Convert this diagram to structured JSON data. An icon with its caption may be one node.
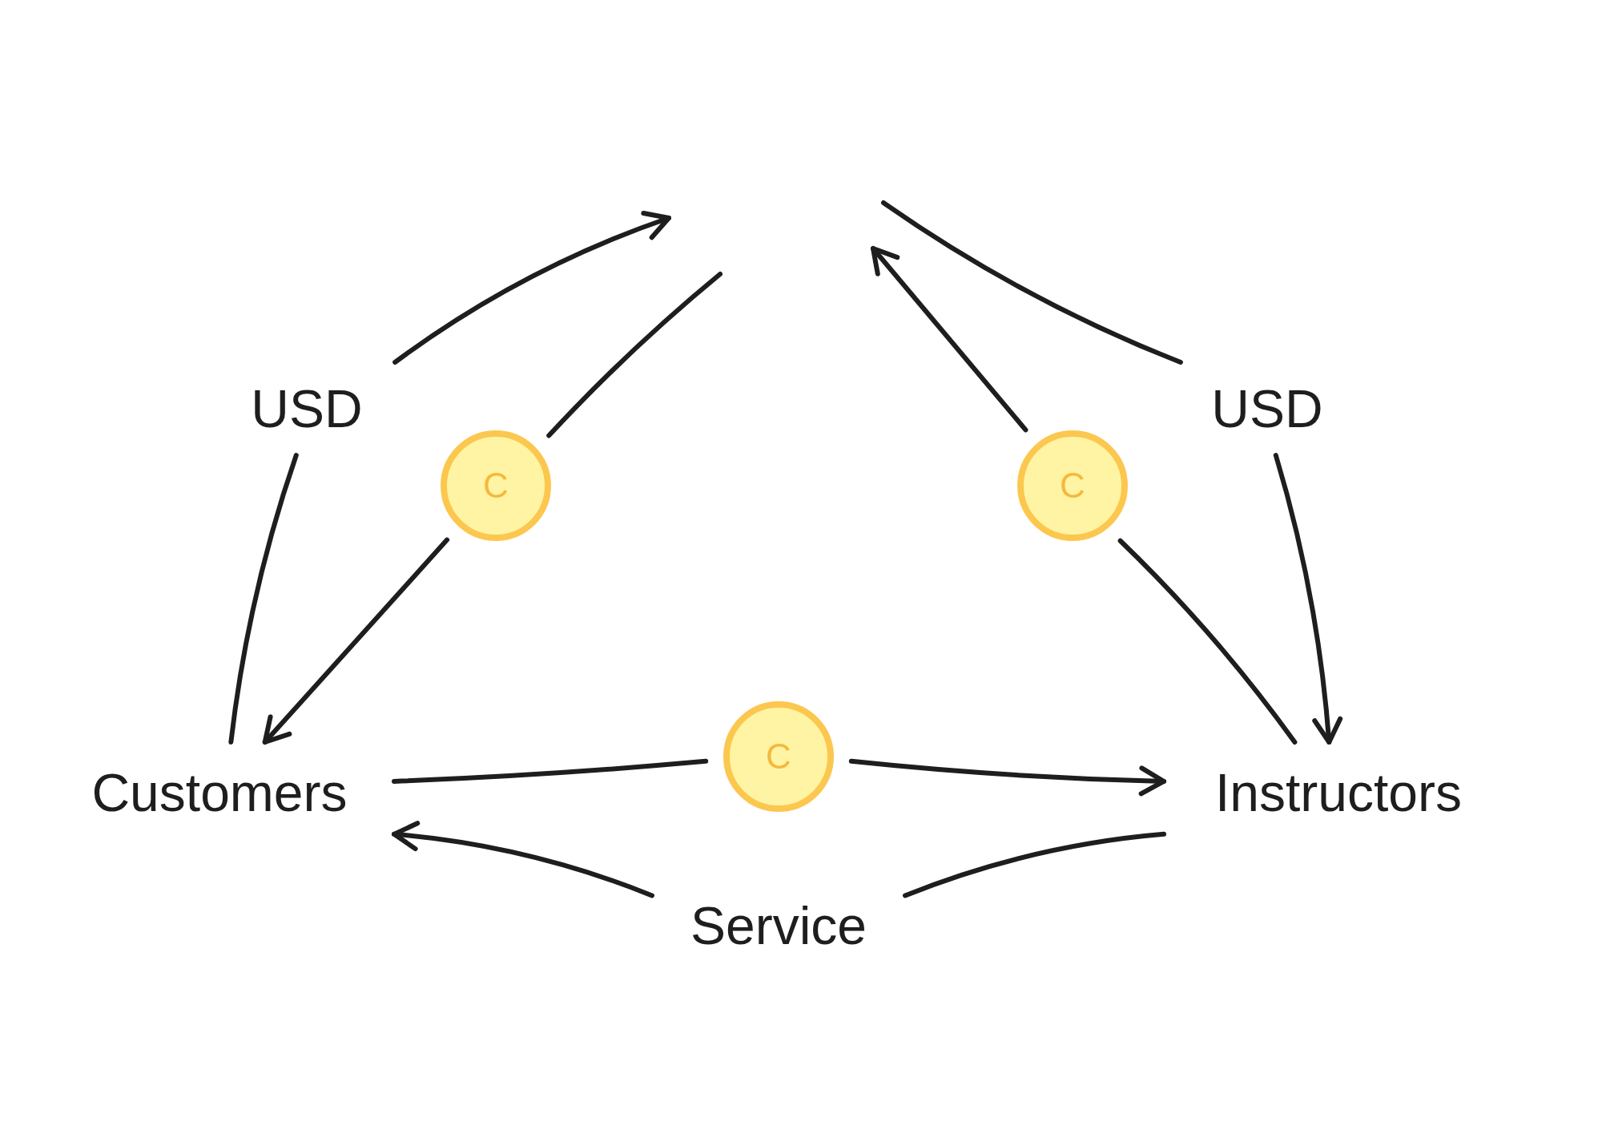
{
  "diagram": {
    "nodes": [
      {
        "text": [
          "USD"
        ]
      },
      {
        "text": [
          "USD"
        ]
      },
      {
        "text": [
          "C"
        ]
      },
      {
        "text": [
          "C"
        ]
      },
      {
        "text": [
          "Customers"
        ]
      },
      {
        "text": [
          "C"
        ]
      },
      {
        "text": [
          "Instructors"
        ]
      },
      {
        "text": [
          "Service"
        ]
      }
    ],
    "edges": [
      {
        "from": 0,
        "to": null,
        "arrow": "to"
      },
      {
        "from": null,
        "to": 2,
        "arrow": "none"
      },
      {
        "from": 2,
        "to": 4,
        "arrow": "to"
      },
      {
        "from": 4,
        "to": 0,
        "arrow": "none"
      },
      {
        "from": 1,
        "to": null,
        "arrow": "none"
      },
      {
        "from": 3,
        "to": null,
        "arrow": "to"
      },
      {
        "from": 6,
        "to": 3,
        "arrow": "none"
      },
      {
        "from": 1,
        "to": 6,
        "arrow": "to"
      },
      {
        "from": 4,
        "to": 5,
        "arrow": "none"
      },
      {
        "from": 5,
        "to": 6,
        "arrow": "to"
      },
      {
        "from": 7,
        "to": 4,
        "arrow": "to"
      },
      {
        "from": 6,
        "to": 7,
        "arrow": "none"
      }
    ]
  }
}
